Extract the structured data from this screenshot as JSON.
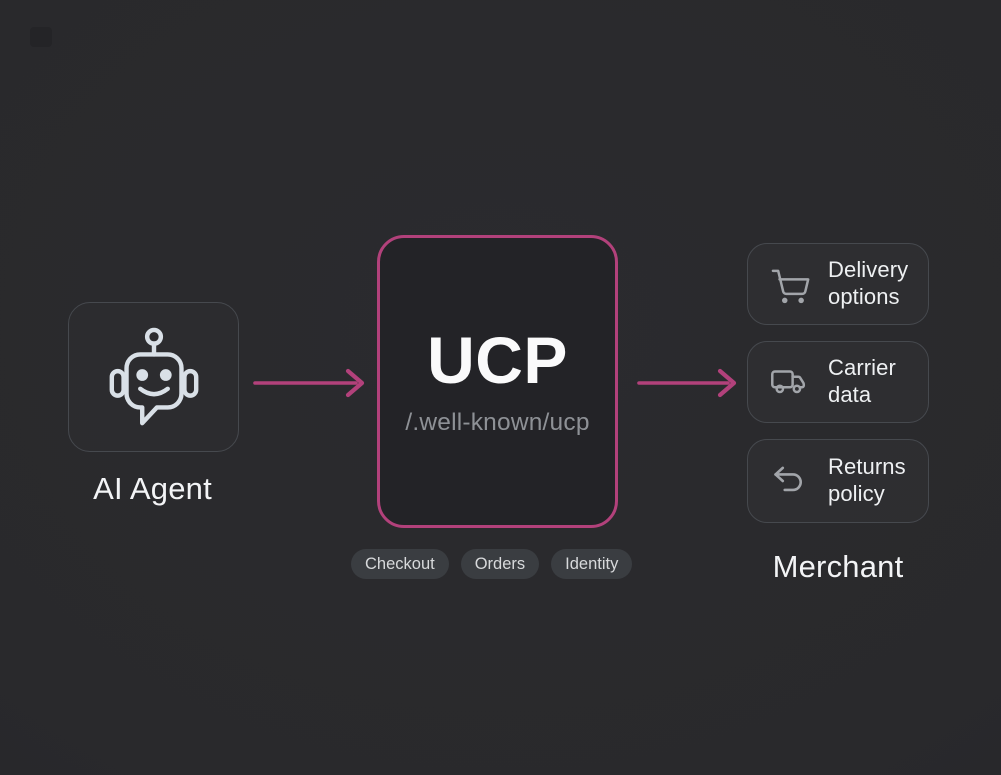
{
  "colors": {
    "background": "#29292c",
    "accent_pink": "#b2417b",
    "box_border": "#46494e",
    "chip_bg": "#3a3d41",
    "icon_gray": "#a2a5aa",
    "icon_light": "#d9e0e7",
    "text_primary": "#f3f4f6",
    "text_muted": "#8e9196",
    "ucp_bg": "#232327"
  },
  "agent": {
    "label": "AI Agent",
    "icon": "robot-icon"
  },
  "ucp_box": {
    "title": "UCP",
    "subtitle": "/.well-known/ucp"
  },
  "chips": [
    {
      "label": "Checkout"
    },
    {
      "label": "Orders"
    },
    {
      "label": "Identity"
    }
  ],
  "merchant": {
    "label": "Merchant",
    "cards": [
      {
        "icon": "shopping-cart-icon",
        "label": "Delivery options"
      },
      {
        "icon": "truck-icon",
        "label": "Carrier data"
      },
      {
        "icon": "return-arrow-icon",
        "label": "Returns policy"
      }
    ]
  }
}
